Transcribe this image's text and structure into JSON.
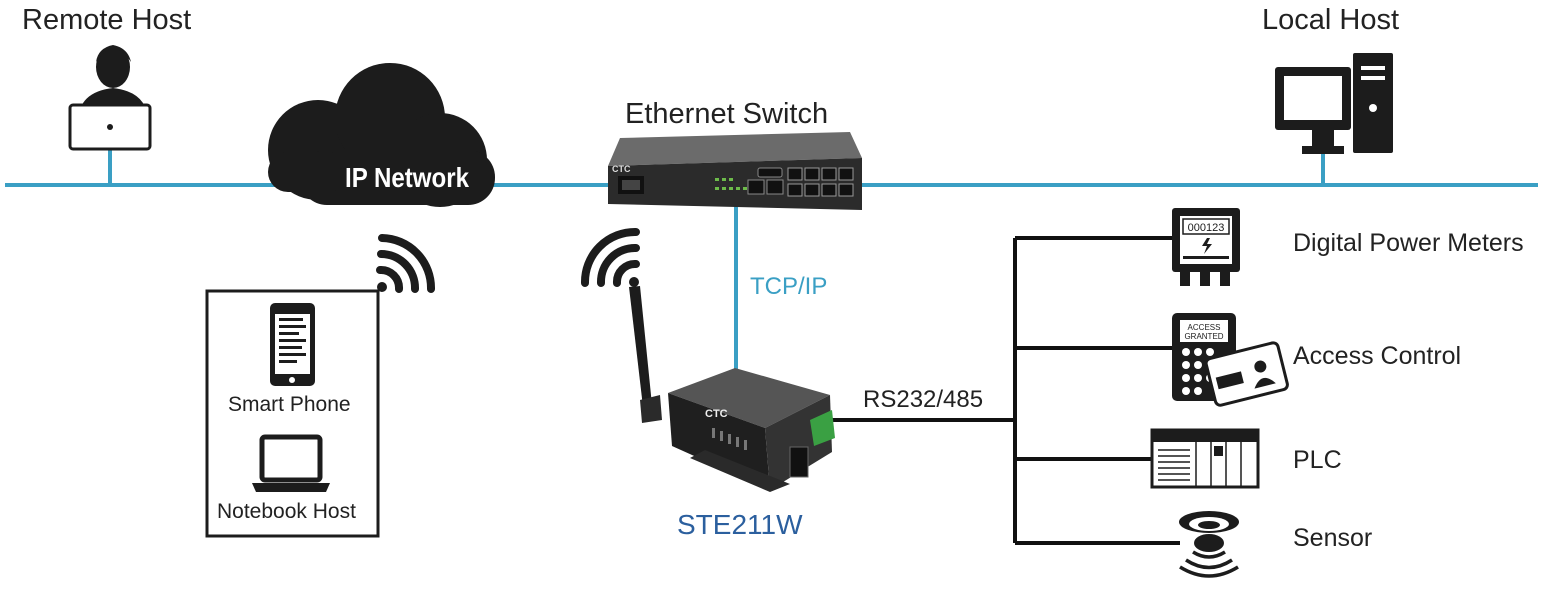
{
  "labels": {
    "remote_host": "Remote Host",
    "local_host": "Local Host",
    "ip_network": "IP Network",
    "ethernet_switch": "Ethernet Switch",
    "tcp_ip": "TCP/IP",
    "rs232_485": "RS232/485",
    "device_model": "STE211W",
    "smart_phone": "Smart Phone",
    "notebook_host": "Notebook Host",
    "digital_power_meters": "Digital Power Meters",
    "access_control": "Access Control",
    "plc": "PLC",
    "sensor": "Sensor"
  },
  "icon_text": {
    "meter_display": "000123",
    "access_granted_1": "ACCESS",
    "access_granted_2": "GRANTED",
    "switch_brand": "CTC",
    "device_brand": "CTC"
  },
  "icons": [
    "person-laptop-icon",
    "cloud-icon",
    "desktop-computer-icon",
    "ethernet-switch-icon",
    "wifi-icon",
    "smartphone-icon",
    "notebook-icon",
    "serial-device-server-icon",
    "power-meter-icon",
    "access-control-icon",
    "plc-icon",
    "sensor-icon"
  ],
  "colors": {
    "network_line": "#3a9fc4",
    "serial_line": "#111111",
    "tcp_label": "#3a9fc4",
    "model_label": "#2b5f9e",
    "icon_dark": "#1c1c1c"
  }
}
